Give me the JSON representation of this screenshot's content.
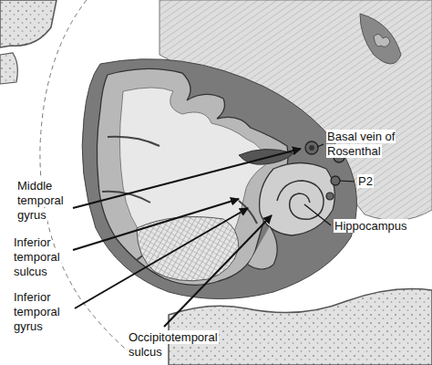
{
  "diagram": {
    "labels": [
      "Middle temporal gyrus",
      "Inferior temporal sulcus",
      "Inferior temporal gyrus",
      "Occipitotemporal sulcus",
      "Basal vein of Rosenthal",
      "P2",
      "Hippocampus"
    ]
  }
}
